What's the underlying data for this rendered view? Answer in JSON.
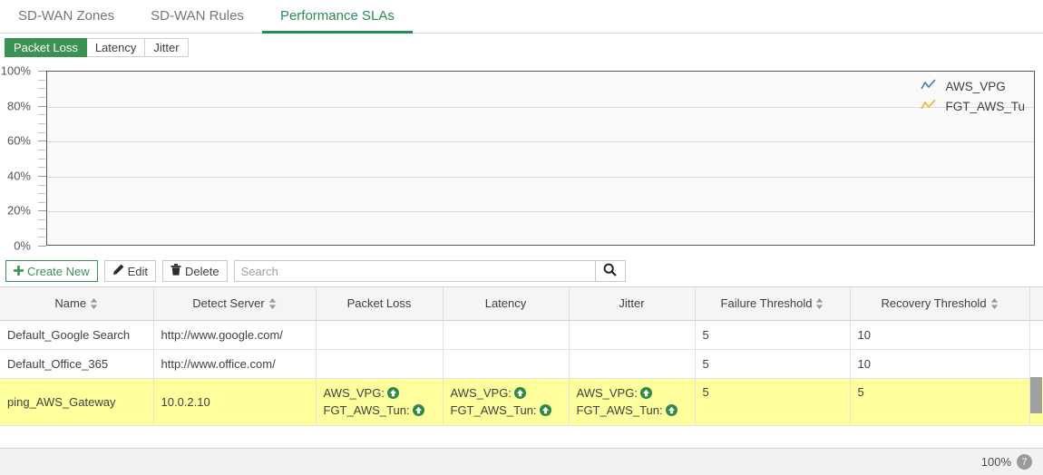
{
  "tabs": [
    {
      "label": "SD-WAN Zones",
      "active": false
    },
    {
      "label": "SD-WAN Rules",
      "active": false
    },
    {
      "label": "Performance SLAs",
      "active": true
    }
  ],
  "subtabs": [
    {
      "label": "Packet Loss",
      "active": true
    },
    {
      "label": "Latency",
      "active": false
    },
    {
      "label": "Jitter",
      "active": false
    }
  ],
  "chart_data": {
    "type": "line",
    "title": "",
    "xlabel": "",
    "ylabel": "",
    "ylim": [
      0,
      100
    ],
    "yticks": [
      "0%",
      "20%",
      "40%",
      "60%",
      "80%",
      "100%"
    ],
    "ytick_values": [
      0,
      20,
      40,
      60,
      80,
      100
    ],
    "grid": true,
    "legend_position": "top-right",
    "series": [
      {
        "name": "AWS_VPG",
        "color": "#3c7fb1",
        "values": []
      },
      {
        "name": "FGT_AWS_Tu",
        "color": "#f0b323",
        "values": []
      }
    ]
  },
  "toolbar": {
    "create_label": "Create New",
    "edit_label": "Edit",
    "delete_label": "Delete",
    "search_value": "",
    "search_placeholder": "Search"
  },
  "table": {
    "columns": [
      {
        "label": "Name",
        "sortable": true
      },
      {
        "label": "Detect Server",
        "sortable": true
      },
      {
        "label": "Packet Loss",
        "sortable": false
      },
      {
        "label": "Latency",
        "sortable": false
      },
      {
        "label": "Jitter",
        "sortable": false
      },
      {
        "label": "Failure Threshold",
        "sortable": true
      },
      {
        "label": "Recovery Threshold",
        "sortable": true
      },
      {
        "label": "",
        "sortable": false
      }
    ],
    "rows": [
      {
        "name": "Default_Google Search",
        "detect_server": "http://www.google.com/",
        "packet_loss": [],
        "latency": [],
        "jitter": [],
        "failure_threshold": "5",
        "recovery_threshold": "10",
        "selected": false
      },
      {
        "name": "Default_Office_365",
        "detect_server": "http://www.office.com/",
        "packet_loss": [],
        "latency": [],
        "jitter": [],
        "failure_threshold": "5",
        "recovery_threshold": "10",
        "selected": false
      },
      {
        "name": "ping_AWS_Gateway",
        "detect_server": "10.0.2.10",
        "packet_loss": [
          "AWS_VPG:",
          "FGT_AWS_Tun:"
        ],
        "latency": [
          "AWS_VPG:",
          "FGT_AWS_Tun:"
        ],
        "jitter": [
          "AWS_VPG:",
          "FGT_AWS_Tun:"
        ],
        "failure_threshold": "5",
        "recovery_threshold": "5",
        "selected": true
      }
    ]
  },
  "footer": {
    "zoom_label": "100%",
    "count": "7"
  },
  "colors": {
    "accent_green": "#3c9154",
    "tab_green": "#2c8a54",
    "selected_row": "#ffff9e",
    "status_up": "#2e8b45"
  }
}
